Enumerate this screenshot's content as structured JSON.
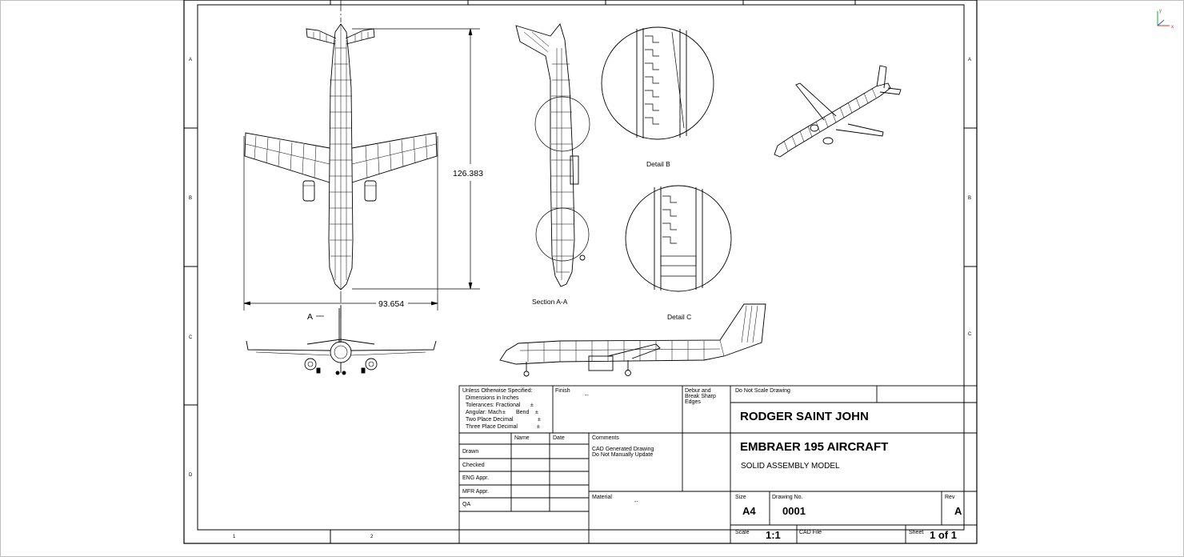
{
  "zone_labels": {
    "rows": [
      "A",
      "B",
      "C",
      "D"
    ],
    "columns": [
      "1",
      "2"
    ]
  },
  "views": {
    "top_view": {
      "height_dimension": "126.383",
      "width_dimension": "93.654",
      "section_marker": "A"
    },
    "section_label": "Section A-A",
    "detail_b_label": "Detail B",
    "detail_c_label": "Detail C"
  },
  "axis_triad": {
    "x": "x",
    "y": "y"
  },
  "title_block": {
    "tolerances": {
      "line1": "Unless Otherwise Specified:",
      "line2": "Dimensions in Inches",
      "line3": "Tolerances: Fractional",
      "line4": "Angular: Mach",
      "line4b": "Bend",
      "line5": "Two Place Decimal",
      "line6": "Three Place Decimal",
      "pm": "±"
    },
    "finish_label": "Finish",
    "finish_value": "--",
    "debur_label_1": "Debur and",
    "debur_label_2": "Break Sharp",
    "debur_label_3": "Edges",
    "do_not_scale": "Do Not Scale Drawing",
    "company": "RODGER SAINT JOHN",
    "title": "EMBRAER 195 AIRCRAFT",
    "subtitle": "SOLID ASSEMBLY MODEL",
    "name_header": "Name",
    "date_header": "Date",
    "roles": [
      "Drawn",
      "Checked",
      "ENG Appr.",
      "MFR Appr.",
      "QA"
    ],
    "comments_label": "Comments",
    "comments_line1": "CAD Generated Drawing",
    "comments_line2": "Do Not Manually Update",
    "material_label": "Material",
    "material_value": "--",
    "size_label": "Size",
    "size_value": "A4",
    "drawing_no_label": "Drawing  No.",
    "drawing_no_value": "0001",
    "rev_label": "Rev",
    "rev_value": "A",
    "scale_label": "Scale",
    "scale_value": "1:1",
    "cad_file_label": "CAD File",
    "sheet_label": "Sheet",
    "sheet_value": "1 of 1"
  }
}
